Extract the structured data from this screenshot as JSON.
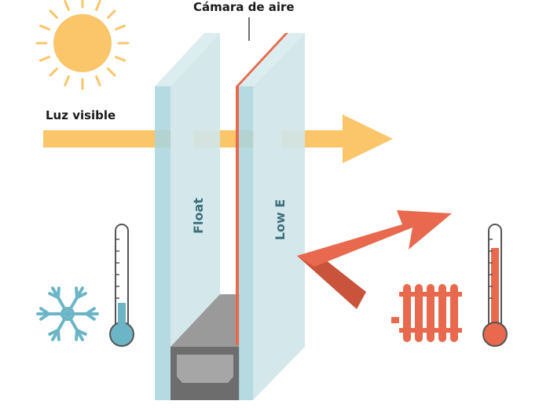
{
  "labels": {
    "air_chamber": "Cámara de aire",
    "visible_light": "Luz visible",
    "float_pane": "Float",
    "low_e_pane": "Low E"
  },
  "colors": {
    "glass": "#cfe6ea",
    "glass_edge": "#a9d3dc",
    "light_arrow": "#fbc56a",
    "heat": "#e8694d",
    "cold": "#6bb5c6",
    "sun": "#fbc56a",
    "spacer": "#8d8d8d"
  }
}
